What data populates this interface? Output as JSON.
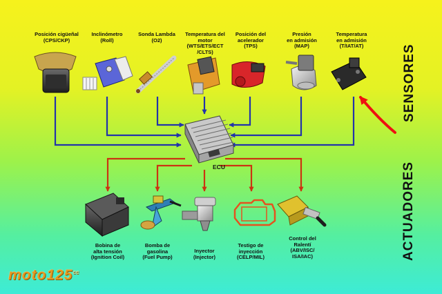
{
  "colors": {
    "input_arrow": "#2233aa",
    "output_arrow": "#cc3311",
    "annotation": "#ee1111",
    "logo": "#e59a22"
  },
  "sensors_title": "SENSORES",
  "actuators_title": "ACTUADORES",
  "ecu_label": "ECU",
  "logo": {
    "text": "moto125",
    "suffix": "cc"
  },
  "sensors": [
    {
      "label": "Posición cigüeñal\n(CPS/CKP)",
      "icon": "crankshaft-sensor-icon"
    },
    {
      "label": "Inclinómetro\n(Roll)",
      "icon": "inclinometer-icon"
    },
    {
      "label": "Sonda Lambda\n(O2)",
      "icon": "lambda-probe-icon"
    },
    {
      "label": "Temperatura del\nmotor\n(WTS/ETS/ECT\n/CLTS)",
      "icon": "engine-temp-sensor-icon"
    },
    {
      "label": "Posición del\nacelerador\n(TPS)",
      "icon": "throttle-position-sensor-icon"
    },
    {
      "label": "Presión\nen admisión\n(MAP)",
      "icon": "map-sensor-icon"
    },
    {
      "label": "Temperatura\nen admisión\n(T/IAT/AT)",
      "icon": "intake-temp-sensor-icon"
    }
  ],
  "actuators": [
    {
      "label": "Bobina de\nalta tensión\n(Ignition Coil)",
      "icon": "ignition-coil-icon"
    },
    {
      "label": "Bomba de\ngasolina\n(Fuel Pump)",
      "icon": "fuel-pump-icon"
    },
    {
      "label": "Inyector\n(Injector)",
      "icon": "injector-icon"
    },
    {
      "label": "Testigo de\ninyección\n(CELP/MIL)",
      "icon": "check-engine-lamp-icon"
    },
    {
      "label": "Control del\nRalentí\n(ABV/ISC/\nISA/IAC)",
      "icon": "idle-control-valve-icon"
    }
  ]
}
